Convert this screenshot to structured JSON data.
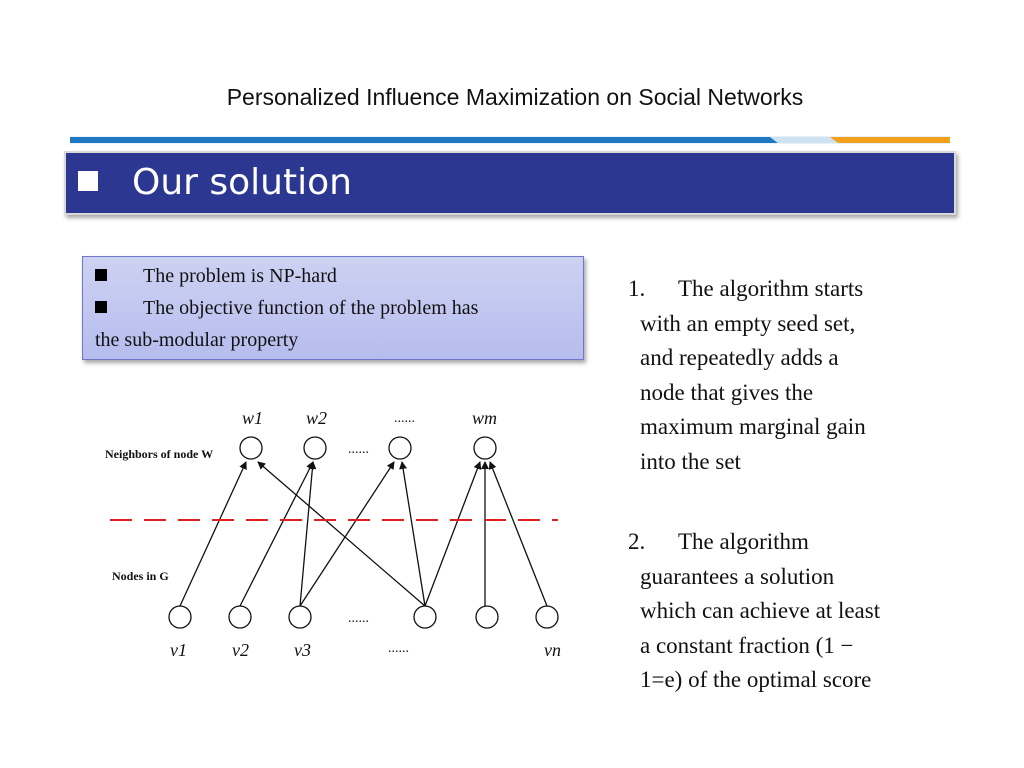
{
  "slide": {
    "title": "Personalized Influence Maximization on Social Networks",
    "header": "Our solution"
  },
  "box": {
    "line1": "The problem is NP-hard",
    "line2": "The objective function of the problem has",
    "line3": "the sub-modular property"
  },
  "diagram": {
    "label_neighbors": "Neighbors of node W",
    "label_nodes": "Nodes in G",
    "top_labels": [
      "w1",
      "w2",
      "......",
      "wm"
    ],
    "top_dots": "......",
    "bottom_dots": "......",
    "bottom_dots2": "......",
    "bottom_labels": [
      "v1",
      "v2",
      "v3",
      "......",
      "vn"
    ]
  },
  "points": [
    {
      "num": "1.",
      "first": "The algorithm starts",
      "rest": [
        "with an empty seed set,",
        "and repeatedly adds a",
        "node that gives the",
        "maximum marginal gain",
        "into the set"
      ]
    },
    {
      "num": "2.",
      "first": "The algorithm",
      "rest": [
        "guarantees a solution",
        "which can achieve at least",
        "a constant fraction (1 −",
        "1=e) of the optimal score"
      ]
    }
  ],
  "colors": {
    "header_bg": "#2b3791",
    "rule_blue": "#1e78c2",
    "rule_orange": "#f2a11c",
    "dashed_line": "#e02020"
  }
}
